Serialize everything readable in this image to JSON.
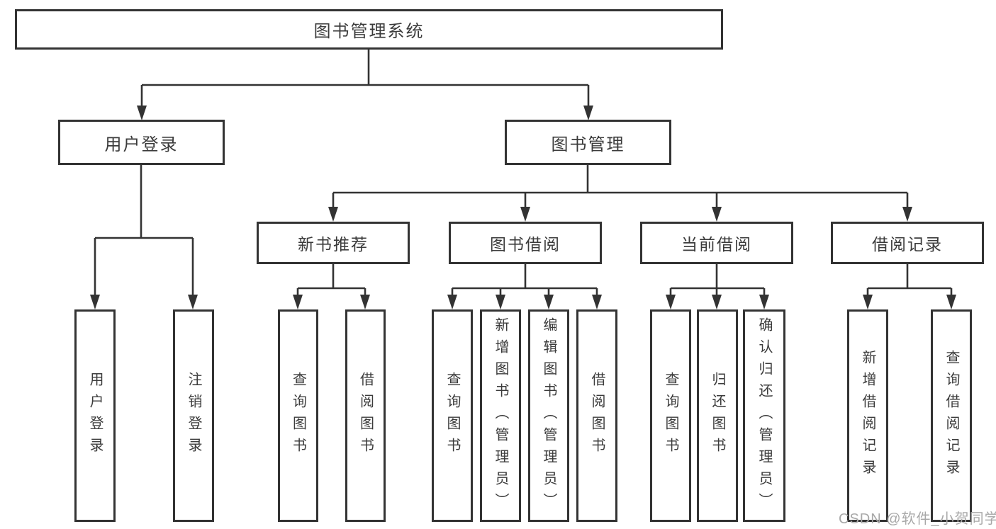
{
  "diagram": {
    "root": {
      "label": "图书管理系统"
    },
    "branches": [
      {
        "label": "用户登录",
        "children": [
          {
            "label": "用户登录"
          },
          {
            "label": "注销登录"
          }
        ]
      },
      {
        "label": "图书管理",
        "children": [
          {
            "label": "新书推荐",
            "children": [
              {
                "label": "查询图书"
              },
              {
                "label": "借阅图书"
              }
            ]
          },
          {
            "label": "图书借阅",
            "children": [
              {
                "label": "查询图书"
              },
              {
                "label": "新增图书（管理员）"
              },
              {
                "label": "编辑图书（管理员）"
              },
              {
                "label": "借阅图书"
              }
            ]
          },
          {
            "label": "当前借阅",
            "children": [
              {
                "label": "查询图书"
              },
              {
                "label": "归还图书"
              },
              {
                "label": "确认归还（管理员）"
              }
            ]
          },
          {
            "label": "借阅记录",
            "children": [
              {
                "label": "新增借阅记录"
              },
              {
                "label": "查询借阅记录"
              }
            ]
          }
        ]
      }
    ]
  },
  "watermark": {
    "text": "CSDN @软件_小贺同学",
    "color": "#a8a8a8"
  },
  "colors": {
    "line": "#333333",
    "box_border": "#333333",
    "text": "#3b3b3b",
    "background": "#ffffff"
  }
}
